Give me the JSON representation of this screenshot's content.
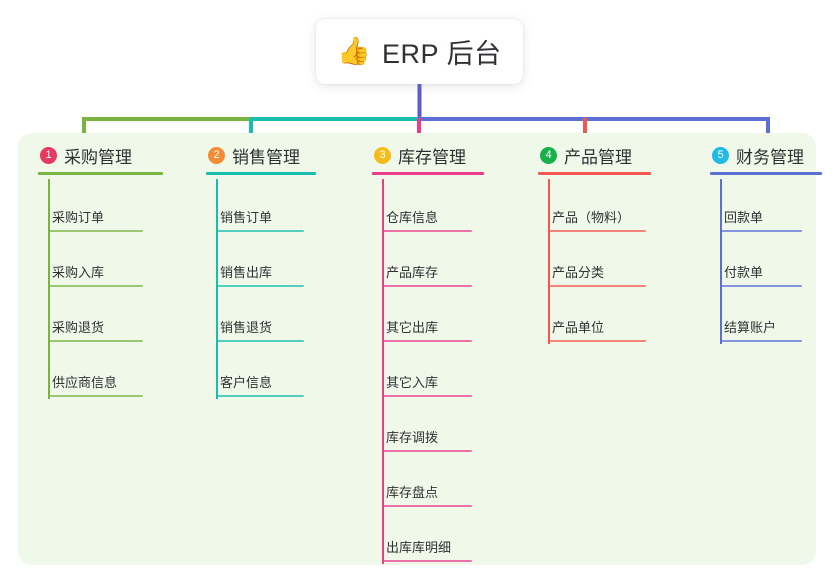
{
  "diagram": {
    "type": "mind-map",
    "title": "ERP 后台",
    "root": {
      "icon": "thumbs-up-icon",
      "emoji": "👍",
      "label": "ERP 后台"
    },
    "root_connector_color": "#5b5bd6",
    "panel_background": "#eff8e9",
    "page_background": "#ffffff",
    "branches": [
      {
        "number": "1",
        "label": "采购管理",
        "badge_color": "#e8395f",
        "line_color": "#79b440",
        "connector_color": "#79b440",
        "items": [
          "采购订单",
          "采购入库",
          "采购退货",
          "供应商信息"
        ]
      },
      {
        "number": "2",
        "label": "销售管理",
        "badge_color": "#f58b35",
        "line_color": "#18bfae",
        "connector_color": "#18bfae",
        "items": [
          "销售订单",
          "销售出库",
          "销售退货",
          "客户信息"
        ]
      },
      {
        "number": "3",
        "label": "库存管理",
        "badge_color": "#f5bc1c",
        "line_color": "#ea3d8c",
        "connector_color": "#ea3d8c",
        "items": [
          "仓库信息",
          "产品库存",
          "其它出库",
          "其它入库",
          "库存调拨",
          "库存盘点",
          "出库库明细"
        ]
      },
      {
        "number": "4",
        "label": "产品管理",
        "badge_color": "#18b14b",
        "line_color": "#f2584f",
        "connector_color": "#f2584f",
        "items": [
          "产品（物料）",
          "产品分类",
          "产品单位"
        ]
      },
      {
        "number": "5",
        "label": "财务管理",
        "badge_color": "#20b9e8",
        "line_color": "#5b6fd6",
        "connector_color": "#5b6fd6",
        "items": [
          "回款单",
          "付款单",
          "结算账户"
        ]
      }
    ]
  }
}
